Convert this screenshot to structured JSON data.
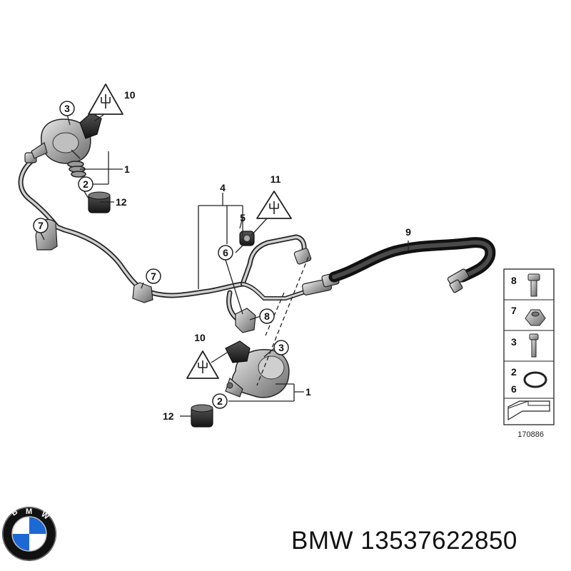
{
  "diagram": {
    "callouts": {
      "c1_top": "1",
      "c2_top": "2",
      "c3_top": "3",
      "c10_top": "10",
      "c12_top": "12",
      "c7_left": "7",
      "c7_mid": "7",
      "c4": "4",
      "c5": "5",
      "c6": "6",
      "c11": "11",
      "c8": "8",
      "c9": "9",
      "c10_bot": "10",
      "c3_bot": "3",
      "c2_bot": "2",
      "c1_bot": "1",
      "c12_bot": "12"
    },
    "legend": {
      "rows": [
        "8",
        "7",
        "3",
        "2",
        "6"
      ]
    },
    "ref_number": "170886"
  },
  "caption": {
    "brand": "BMW",
    "part_number": "13537622850"
  },
  "colors": {
    "line": "#222222",
    "pipe_dark": "#2a2a2a",
    "pipe_light": "#8c8c8c",
    "bmw_blue": "#1c69d4"
  }
}
